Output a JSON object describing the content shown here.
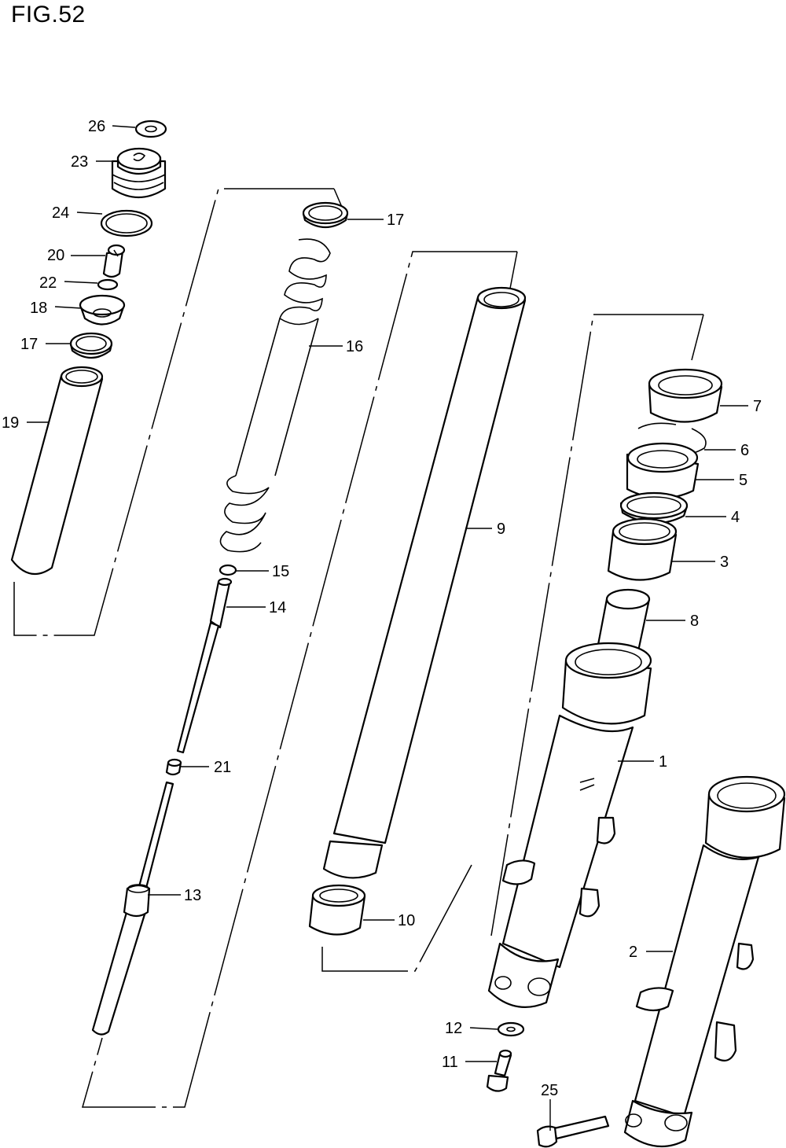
{
  "figure": {
    "title": "FIG.52"
  },
  "callouts": [
    {
      "id": "1",
      "label": "1"
    },
    {
      "id": "2",
      "label": "2"
    },
    {
      "id": "3",
      "label": "3"
    },
    {
      "id": "4",
      "label": "4"
    },
    {
      "id": "5",
      "label": "5"
    },
    {
      "id": "6",
      "label": "6"
    },
    {
      "id": "7",
      "label": "7"
    },
    {
      "id": "8",
      "label": "8"
    },
    {
      "id": "9",
      "label": "9"
    },
    {
      "id": "10",
      "label": "10"
    },
    {
      "id": "11",
      "label": "11"
    },
    {
      "id": "12",
      "label": "12"
    },
    {
      "id": "13",
      "label": "13"
    },
    {
      "id": "14",
      "label": "14"
    },
    {
      "id": "15",
      "label": "15"
    },
    {
      "id": "16",
      "label": "16"
    },
    {
      "id": "17a",
      "label": "17"
    },
    {
      "id": "17b",
      "label": "17"
    },
    {
      "id": "18",
      "label": "18"
    },
    {
      "id": "19",
      "label": "19"
    },
    {
      "id": "20",
      "label": "20"
    },
    {
      "id": "21",
      "label": "21"
    },
    {
      "id": "22",
      "label": "22"
    },
    {
      "id": "23",
      "label": "23"
    },
    {
      "id": "24",
      "label": "24"
    },
    {
      "id": "25",
      "label": "25"
    },
    {
      "id": "26",
      "label": "26"
    }
  ]
}
